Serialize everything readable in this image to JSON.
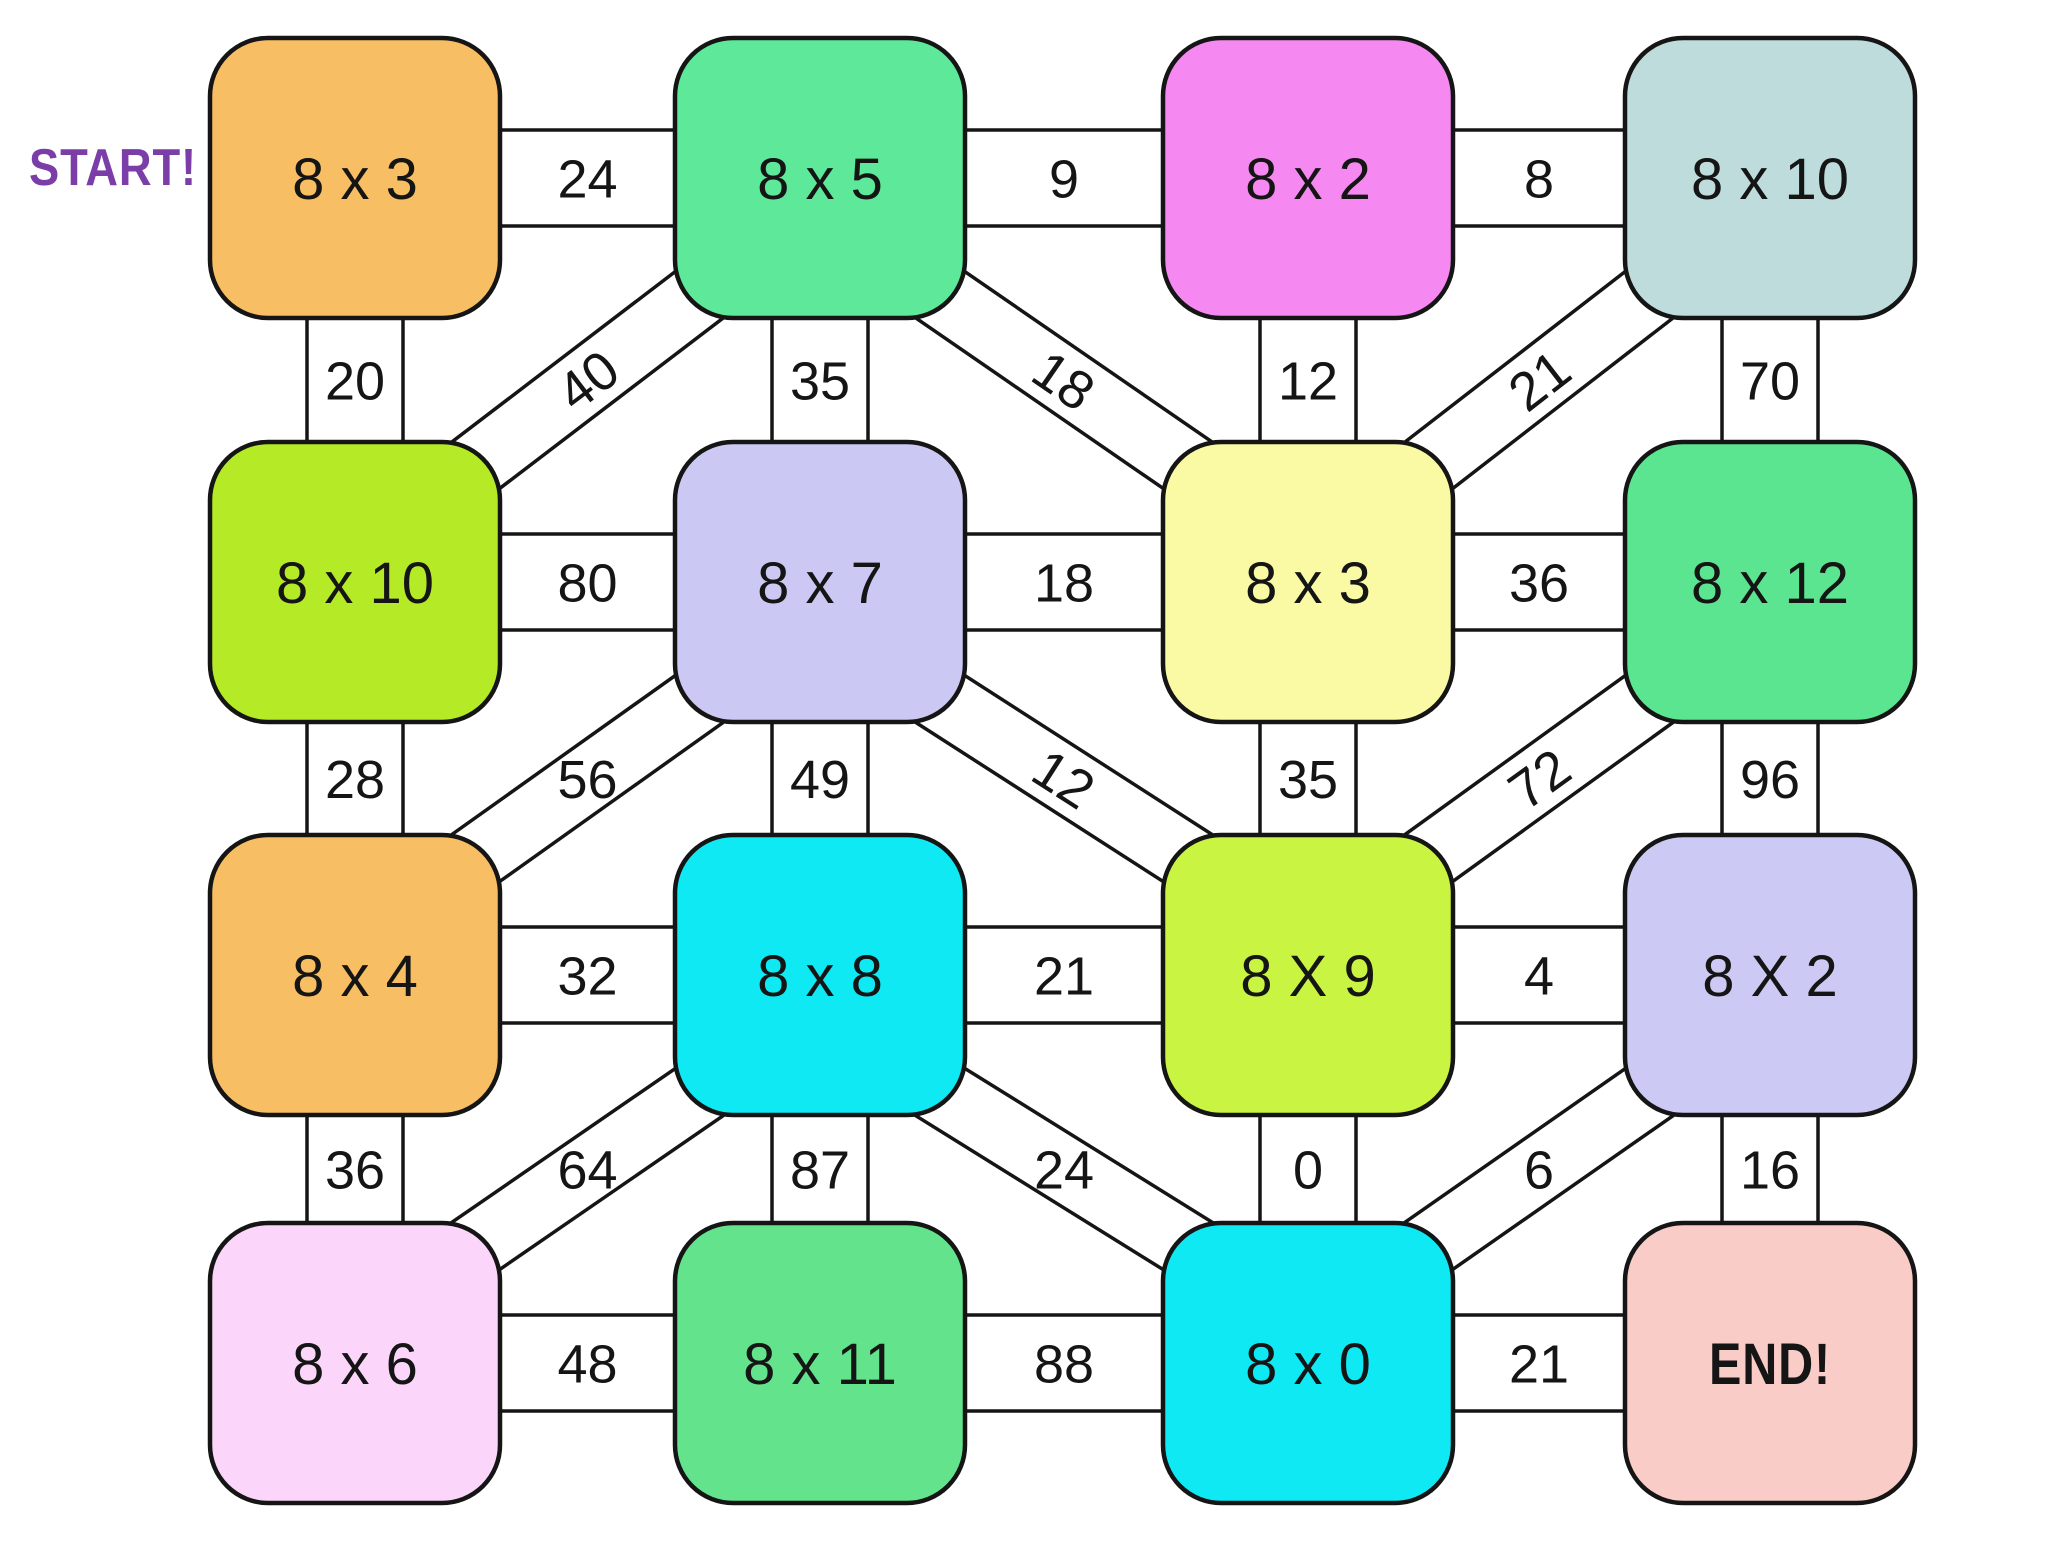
{
  "start": {
    "label": "START!",
    "color": "#7B3EA8"
  },
  "board": {
    "background": "#FFFFFF",
    "line_color": "#151515",
    "nodes": [
      {
        "id": "8x3-start",
        "label": "8 x 3",
        "color": "#F8BE63",
        "row": 0,
        "col": 0
      },
      {
        "id": "8x5",
        "label": "8 x 5",
        "color": "#5EE99A",
        "row": 0,
        "col": 1
      },
      {
        "id": "8x2-top",
        "label": "8 x 2",
        "color": "#F689F1",
        "row": 0,
        "col": 2
      },
      {
        "id": "8x10-top",
        "label": "8 x 10",
        "color": "#BFDCDC",
        "row": 0,
        "col": 3
      },
      {
        "id": "8x10-left",
        "label": "8 x 10",
        "color": "#B4EB26",
        "row": 1,
        "col": 0
      },
      {
        "id": "8x7",
        "label": "8 x 7",
        "color": "#CBC9F4",
        "row": 1,
        "col": 1
      },
      {
        "id": "8x3-yellow",
        "label": "8 x 3",
        "color": "#FAF9A4",
        "row": 1,
        "col": 2
      },
      {
        "id": "8x12",
        "label": "8 x 12",
        "color": "#5CE591",
        "row": 1,
        "col": 3
      },
      {
        "id": "8x4",
        "label": "8 x 4",
        "color": "#F8BE63",
        "row": 2,
        "col": 0
      },
      {
        "id": "8x8",
        "label": "8 x 8",
        "color": "#0FE9F4",
        "row": 2,
        "col": 1
      },
      {
        "id": "8x9",
        "label": "8 X 9",
        "color": "#C9F542",
        "row": 2,
        "col": 2
      },
      {
        "id": "8x2-right",
        "label": "8 X 2",
        "color": "#CCCAF4",
        "row": 2,
        "col": 3
      },
      {
        "id": "8x6",
        "label": "8 x 6",
        "color": "#FBD6FA",
        "row": 3,
        "col": 0
      },
      {
        "id": "8x11",
        "label": "8 x 11",
        "color": "#62E38C",
        "row": 3,
        "col": 1
      },
      {
        "id": "8x0",
        "label": "8 x 0",
        "color": "#0FE9F4",
        "row": 3,
        "col": 2
      },
      {
        "id": "end",
        "label": "END!",
        "color": "#F9CCC7",
        "row": 3,
        "col": 3,
        "text_style": "accent"
      }
    ],
    "edges": [
      {
        "from": 0,
        "to": 1,
        "dir": "h",
        "label": "24",
        "rotated": false
      },
      {
        "from": 1,
        "to": 2,
        "dir": "h",
        "label": "9",
        "rotated": false
      },
      {
        "from": 2,
        "to": 3,
        "dir": "h",
        "label": "8",
        "rotated": false
      },
      {
        "from": 4,
        "to": 5,
        "dir": "h",
        "label": "80",
        "rotated": false
      },
      {
        "from": 5,
        "to": 6,
        "dir": "h",
        "label": "18",
        "rotated": false
      },
      {
        "from": 6,
        "to": 7,
        "dir": "h",
        "label": "36",
        "rotated": false
      },
      {
        "from": 8,
        "to": 9,
        "dir": "h",
        "label": "32",
        "rotated": false
      },
      {
        "from": 9,
        "to": 10,
        "dir": "h",
        "label": "21",
        "rotated": false
      },
      {
        "from": 10,
        "to": 11,
        "dir": "h",
        "label": "4",
        "rotated": false
      },
      {
        "from": 12,
        "to": 13,
        "dir": "h",
        "label": "48",
        "rotated": false
      },
      {
        "from": 13,
        "to": 14,
        "dir": "h",
        "label": "88",
        "rotated": false
      },
      {
        "from": 14,
        "to": 15,
        "dir": "h",
        "label": "21",
        "rotated": false
      },
      {
        "from": 0,
        "to": 4,
        "dir": "v",
        "label": "20",
        "rotated": false
      },
      {
        "from": 1,
        "to": 5,
        "dir": "v",
        "label": "35",
        "rotated": false
      },
      {
        "from": 2,
        "to": 6,
        "dir": "v",
        "label": "12",
        "rotated": false
      },
      {
        "from": 3,
        "to": 7,
        "dir": "v",
        "label": "70",
        "rotated": false
      },
      {
        "from": 4,
        "to": 8,
        "dir": "v",
        "label": "28",
        "rotated": false
      },
      {
        "from": 5,
        "to": 9,
        "dir": "v",
        "label": "49",
        "rotated": false
      },
      {
        "from": 6,
        "to": 10,
        "dir": "v",
        "label": "35",
        "rotated": false
      },
      {
        "from": 7,
        "to": 11,
        "dir": "v",
        "label": "96",
        "rotated": false
      },
      {
        "from": 8,
        "to": 12,
        "dir": "v",
        "label": "36",
        "rotated": false
      },
      {
        "from": 9,
        "to": 13,
        "dir": "v",
        "label": "87",
        "rotated": false
      },
      {
        "from": 10,
        "to": 14,
        "dir": "v",
        "label": "0",
        "rotated": false
      },
      {
        "from": 11,
        "to": 15,
        "dir": "v",
        "label": "16",
        "rotated": false
      },
      {
        "from": 1,
        "to": 4,
        "dir": "d",
        "label": "40",
        "rotated": true
      },
      {
        "from": 1,
        "to": 6,
        "dir": "d",
        "label": "18",
        "rotated": true
      },
      {
        "from": 3,
        "to": 6,
        "dir": "d",
        "label": "21",
        "rotated": true
      },
      {
        "from": 5,
        "to": 8,
        "dir": "d",
        "label": "56",
        "rotated": false
      },
      {
        "from": 5,
        "to": 10,
        "dir": "d",
        "label": "12",
        "rotated": true
      },
      {
        "from": 7,
        "to": 10,
        "dir": "d",
        "label": "72",
        "rotated": true
      },
      {
        "from": 9,
        "to": 12,
        "dir": "d",
        "label": "64",
        "rotated": false
      },
      {
        "from": 9,
        "to": 14,
        "dir": "d",
        "label": "24",
        "rotated": false
      },
      {
        "from": 11,
        "to": 14,
        "dir": "d",
        "label": "6",
        "rotated": false
      }
    ]
  }
}
